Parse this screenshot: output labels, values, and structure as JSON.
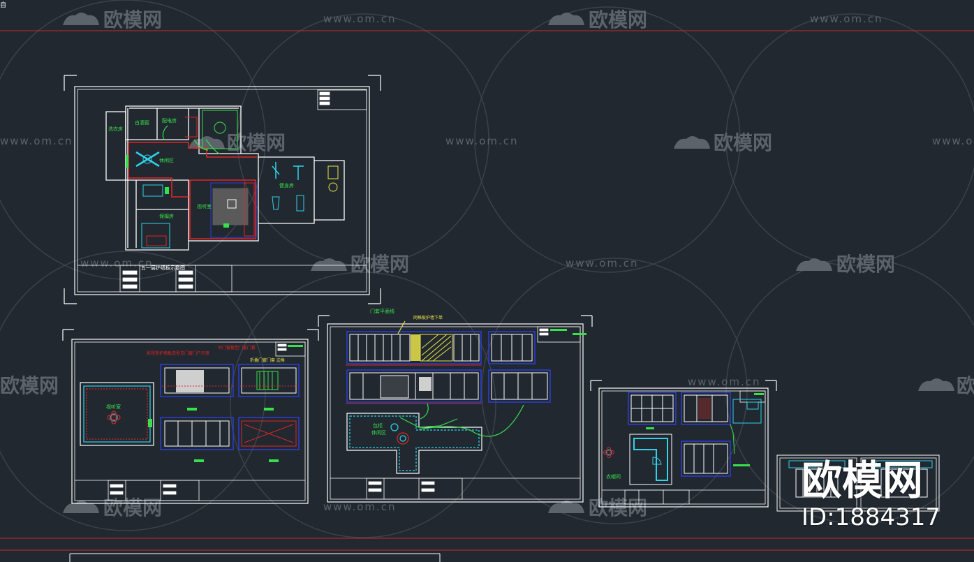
{
  "corner_glyph": "自",
  "watermark": {
    "url": "www.om.cn",
    "brand": "欧模网"
  },
  "badge": {
    "brand": "欧模网",
    "id": "ID:1884317"
  },
  "sheet1": {
    "title": "五一层护墙板示意图",
    "rooms": [
      "洗衣房",
      "白酒窖",
      "配电房",
      "休闲区",
      "视听室",
      "保姆房",
      "健身房"
    ]
  },
  "sheet2": {
    "room": "视听室",
    "note1": "影视室护墙板造型见门窗门户示意",
    "note2": "吊门窗套型门窗门套",
    "note3": "折叠门窗门套 边角"
  },
  "sheet3": {
    "title": "门套平面线",
    "callout": "网格板护墙下单",
    "room": "休闲区",
    "room_prefix": "包柜"
  },
  "sheet4": {
    "room": "衣帽间"
  },
  "colors": {
    "background": "#212830",
    "cad_white": "#ffffff",
    "cad_red": "#e02525",
    "cad_green": "#38e04a",
    "cad_blue": "#2b3fd6",
    "cad_cyan": "#2fd2e8",
    "cad_yellow": "#e8e34a"
  }
}
